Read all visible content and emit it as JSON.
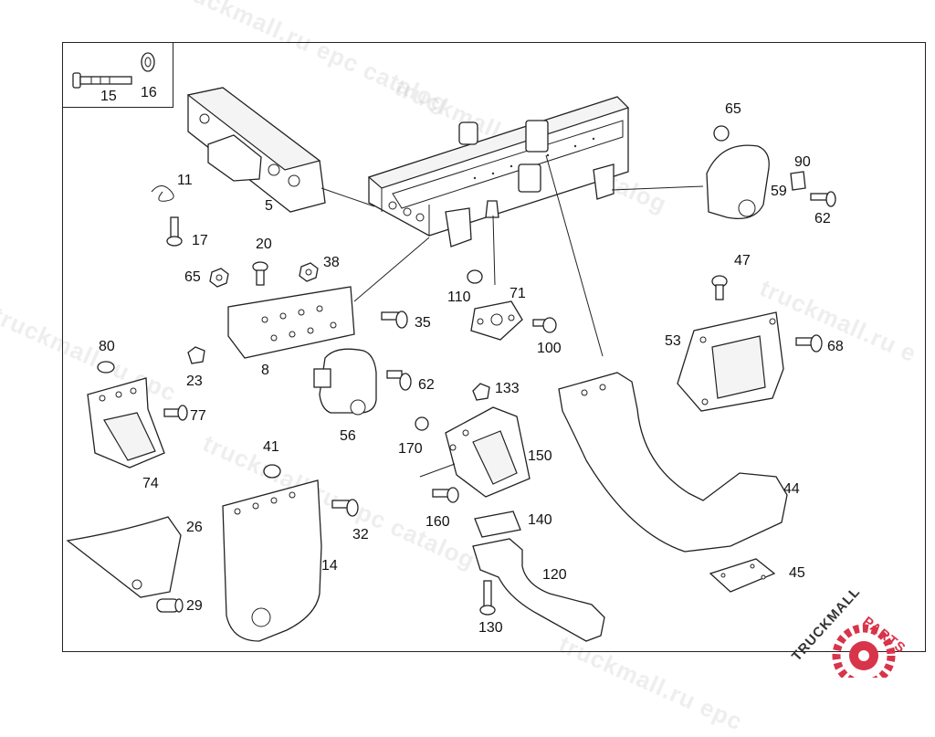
{
  "watermark": {
    "text_a": "truckmall.ru epc catalog",
    "text_b": "truckmall.ru epc",
    "text_c": "truckmall.ru e"
  },
  "brand": {
    "left": "TRUCKMALL",
    "right": "PARTS",
    "color_primary": "#d8344a",
    "color_dark": "#333333"
  },
  "callouts": {
    "p15": "15",
    "p16": "16",
    "p5": "5",
    "p11": "11",
    "p17": "17",
    "p20": "20",
    "p38": "38",
    "p65a": "65",
    "p8": "8",
    "p23": "23",
    "p80": "80",
    "p77": "77",
    "p74": "74",
    "p35": "35",
    "p62a": "62",
    "p56": "56",
    "p110": "110",
    "p71": "71",
    "p100": "100",
    "p133": "133",
    "p170": "170",
    "p150": "150",
    "p160": "160",
    "p140": "140",
    "p120": "120",
    "p130": "130",
    "p41": "41",
    "p32": "32",
    "p14": "14",
    "p26": "26",
    "p29": "29",
    "p65b": "65",
    "p90": "90",
    "p59": "59",
    "p62b": "62",
    "p47": "47",
    "p53": "53",
    "p68": "68",
    "p44": "44",
    "p45": "45"
  }
}
